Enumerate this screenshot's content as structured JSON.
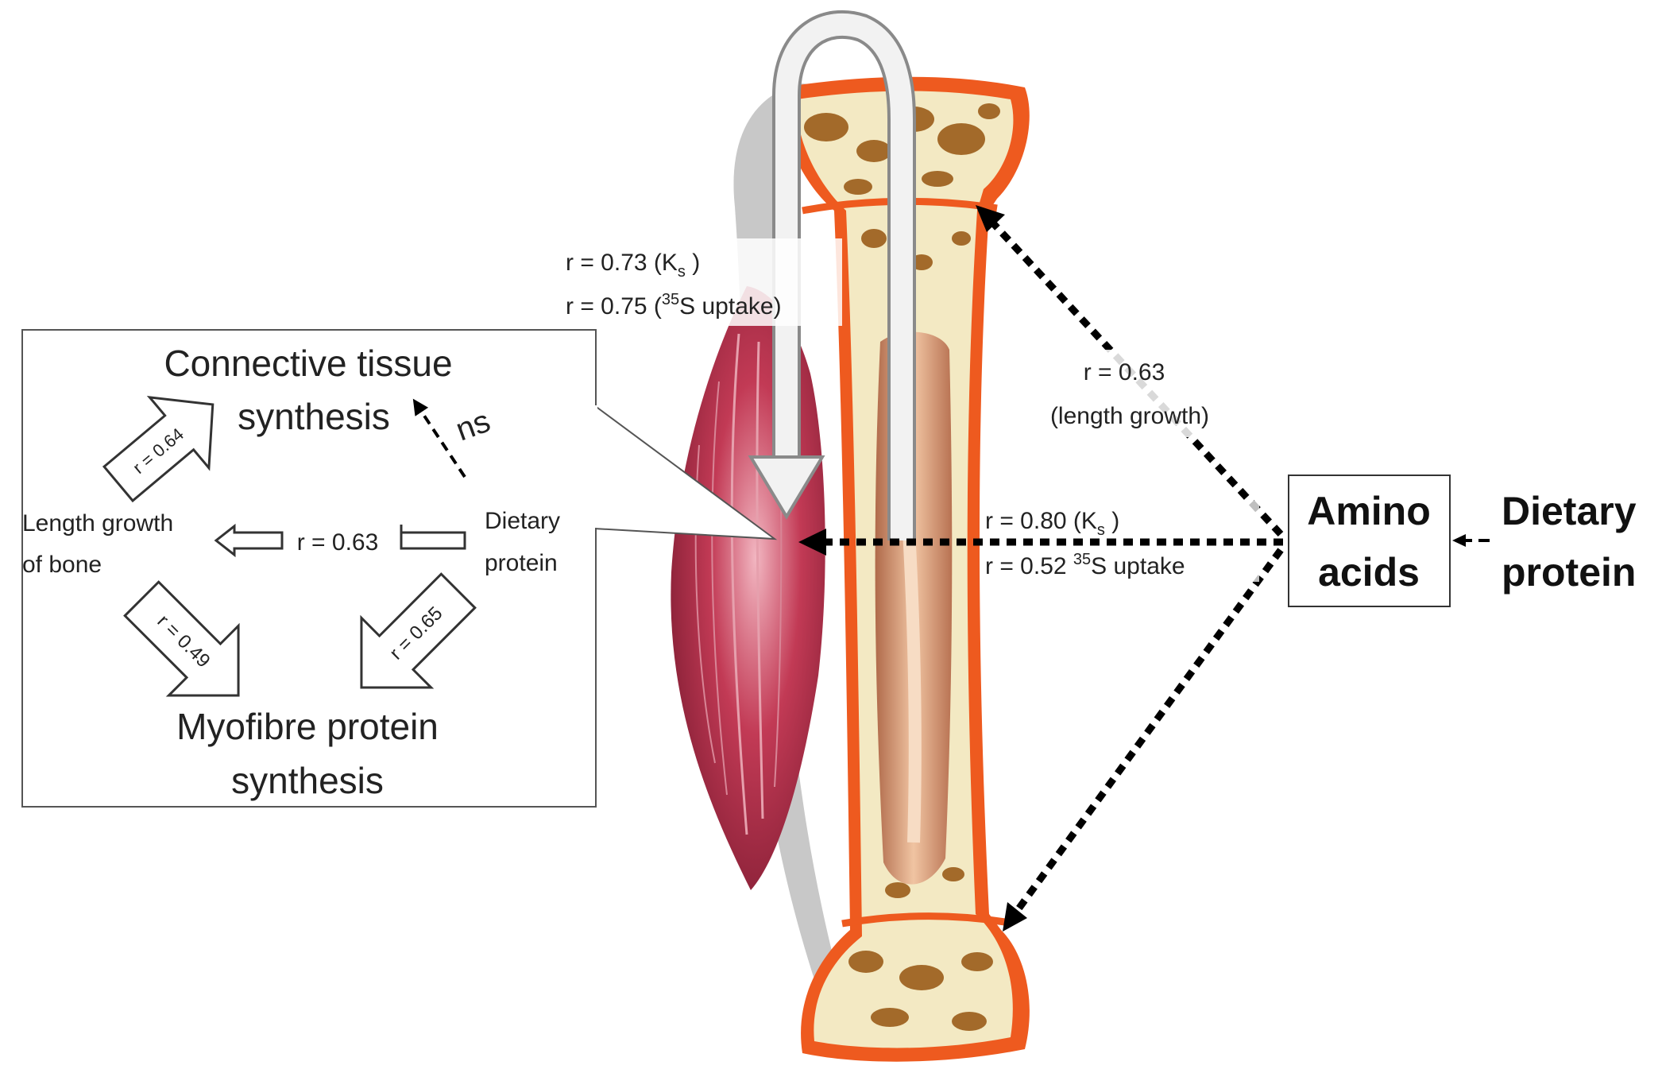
{
  "box": {
    "connective_tissue_line1": "Connective tissue",
    "connective_tissue_line2": "synthesis",
    "ns_label": "ns",
    "length_growth_line1": "Length  growth",
    "length_growth_line2": "of bone",
    "dietary_protein_line1": "Dietary",
    "dietary_protein_line2": "protein",
    "r_protein_to_length": "r = 0.63",
    "r_length_to_connective": "r = 0.64",
    "r_length_to_myofibre": "r = 0.49",
    "r_protein_to_myofibre": "r = 0.65",
    "myofibre_line1": "Myofibre protein",
    "myofibre_line2": "synthesis"
  },
  "tendon_labels": {
    "ks_prefix": "r = 0.73  (K",
    "ks_sub": "s",
    "ks_suffix": " )",
    "uptake_prefix": "r =  0.75  (",
    "uptake_sup": "35",
    "uptake_suffix": "S uptake)"
  },
  "bone_labels": {
    "r_value": "r = 0.63",
    "description": "(length  growth)"
  },
  "muscle_labels": {
    "ks_prefix": "r = 0.80  (K",
    "ks_sub": "s",
    "ks_suffix": " )",
    "uptake_prefix": "r =  0.52  ",
    "uptake_sup": "35",
    "uptake_suffix": "S uptake"
  },
  "amino_acids": {
    "line1": "Amino",
    "line2": "acids"
  },
  "dietary_protein": {
    "line1": "Dietary",
    "line2": "protein"
  },
  "colors": {
    "tendon_grey": "#c8c8c8",
    "muscle_red": "#b8304a",
    "periosteum_orange": "#ee5a1f",
    "bone_cream": "#f3e9c3",
    "trabecular_brown": "#a36a2a",
    "marrow": "#e2a27a"
  }
}
